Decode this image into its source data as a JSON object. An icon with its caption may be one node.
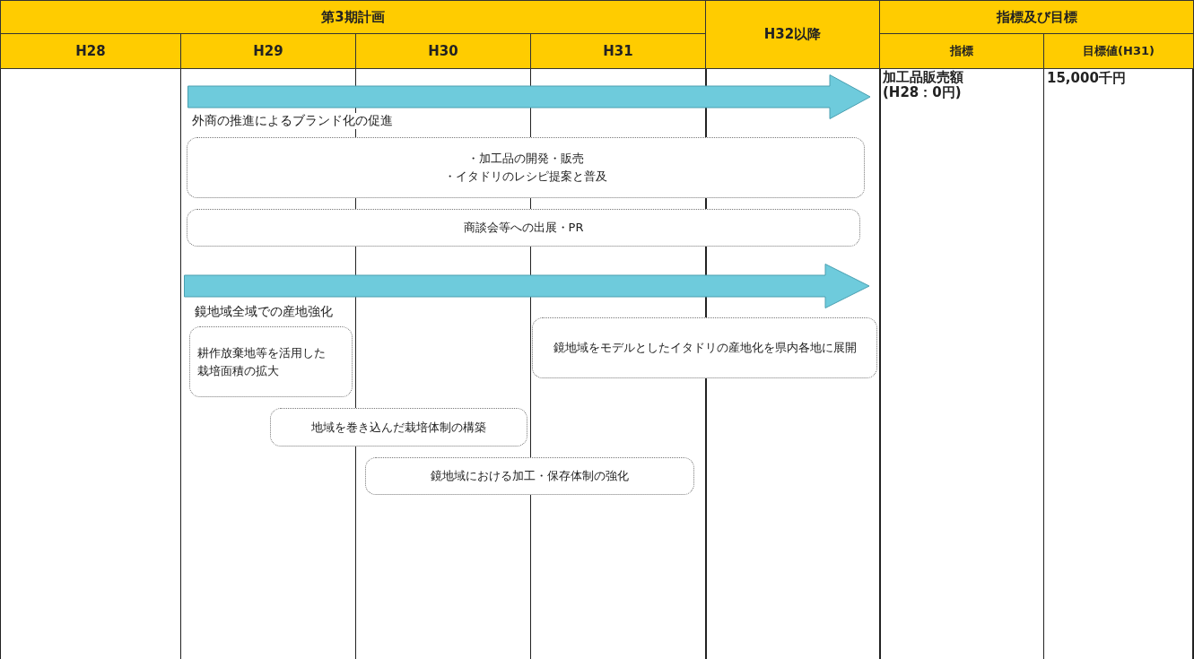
{
  "diagram": {
    "nodes": [
      {
        "text": [
          "外商の推進によるブランド化の促進"
        ]
      },
      {
        "text": [
          "・加工品の開発・販売",
          "・イタドリのレシピ提案と普及"
        ]
      },
      {
        "text": [
          "商談会等への出展・PR"
        ]
      },
      {
        "text": [
          "鏡地域全域での産地強化"
        ]
      },
      {
        "text": [
          "耕作放棄地等を活用した栽培面積の拡大"
        ]
      },
      {
        "text": [
          "鏡地域をモデルとしたイタドリの産地化を県内各地に展開"
        ]
      },
      {
        "text": [
          "地域を巻き込んだ栽培体制の構築"
        ]
      },
      {
        "text": [
          "鏡地域における加工・保存体制の強化"
        ]
      }
    ],
    "edges": [],
    "labels": [
      "第3期計画",
      "H32以降",
      "指標及び目標",
      "H28",
      "H29",
      "H30",
      "H31",
      "指標",
      "目標値(H31)",
      "加工品販売額 (H28：0円)",
      "15,000千円"
    ]
  }
}
